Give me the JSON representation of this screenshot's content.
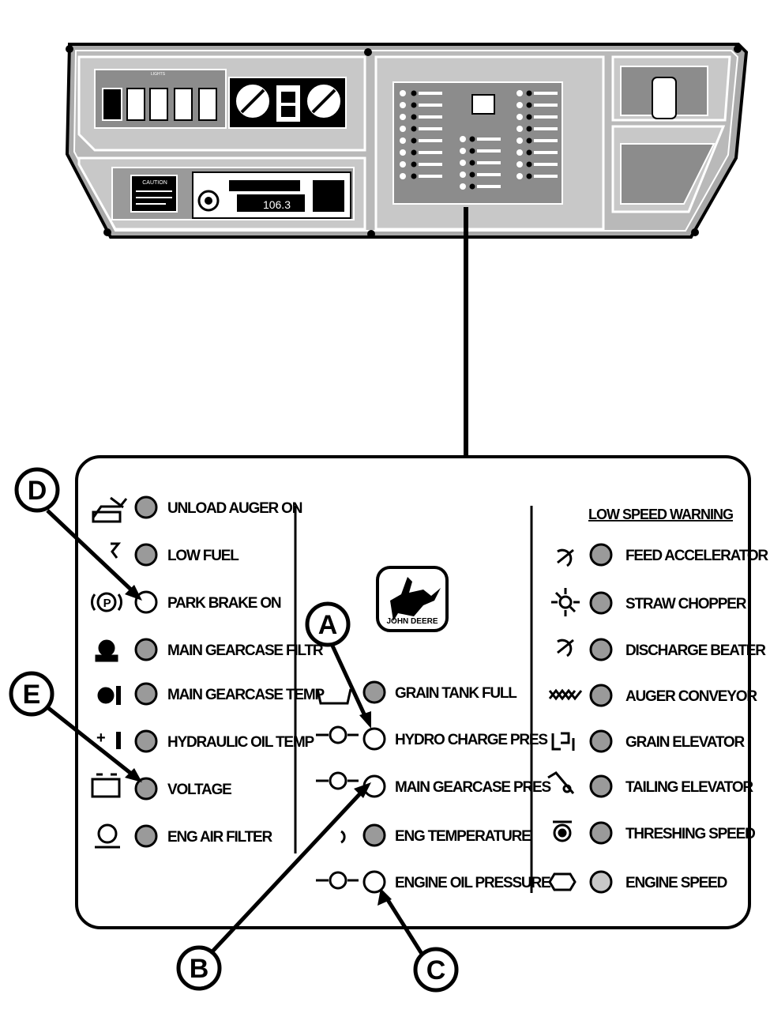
{
  "top_panel": {
    "lights_label": "LIGHTS",
    "caution_label": "CAUTION",
    "radio_display": "106.3"
  },
  "logo_text": "JOHN DEERE",
  "left_column": [
    {
      "label": "UNLOAD AUGER ON",
      "icon": "unload-auger-icon",
      "state": "gray"
    },
    {
      "label": "LOW FUEL",
      "icon": "fuel-icon",
      "state": "gray"
    },
    {
      "label": "PARK BRAKE ON",
      "icon": "park-brake-icon",
      "state": "white"
    },
    {
      "label": "MAIN GEARCASE FILTR",
      "icon": "gearcase-filter-icon",
      "state": "gray"
    },
    {
      "label": "MAIN GEARCASE TEMP",
      "icon": "gearcase-temp-icon",
      "state": "gray"
    },
    {
      "label": "HYDRAULIC OIL TEMP",
      "icon": "hydraulic-temp-icon",
      "state": "gray"
    },
    {
      "label": "VOLTAGE",
      "icon": "battery-icon",
      "state": "gray"
    },
    {
      "label": "ENG AIR FILTER",
      "icon": "air-filter-icon",
      "state": "gray"
    }
  ],
  "middle_column": [
    {
      "label": "GRAIN TANK FULL",
      "icon": "grain-tank-icon",
      "state": "gray"
    },
    {
      "label": "HYDRO CHARGE PRES",
      "icon": "hydro-charge-icon",
      "state": "white"
    },
    {
      "label": "MAIN GEARCASE PRES",
      "icon": "gearcase-pres-icon",
      "state": "white"
    },
    {
      "label": "ENG TEMPERATURE",
      "icon": "engine-temp-icon",
      "state": "gray"
    },
    {
      "label": "ENGINE OIL PRESSURE",
      "icon": "oil-pressure-icon",
      "state": "white"
    }
  ],
  "right_column": {
    "header": "LOW SPEED WARNING",
    "items": [
      {
        "label": "FEED ACCELERATOR",
        "icon": "feed-accelerator-icon",
        "state": "gray"
      },
      {
        "label": "STRAW CHOPPER",
        "icon": "straw-chopper-icon",
        "state": "gray"
      },
      {
        "label": "DISCHARGE BEATER",
        "icon": "discharge-beater-icon",
        "state": "gray"
      },
      {
        "label": "AUGER CONVEYOR",
        "icon": "auger-conveyor-icon",
        "state": "gray"
      },
      {
        "label": "GRAIN ELEVATOR",
        "icon": "grain-elevator-icon",
        "state": "gray"
      },
      {
        "label": "TAILING ELEVATOR",
        "icon": "tailing-elevator-icon",
        "state": "gray"
      },
      {
        "label": "THRESHING SPEED",
        "icon": "threshing-speed-icon",
        "state": "gray"
      },
      {
        "label": "ENGINE SPEED",
        "icon": "engine-speed-icon",
        "state": "lightgray"
      }
    ]
  },
  "callouts": [
    "A",
    "B",
    "C",
    "D",
    "E"
  ],
  "colors": {
    "indicator_gray": "#9a9a9a",
    "indicator_white": "#ffffff",
    "indicator_light": "#c8c8c8",
    "panel_gray": "#8c8c8c"
  }
}
